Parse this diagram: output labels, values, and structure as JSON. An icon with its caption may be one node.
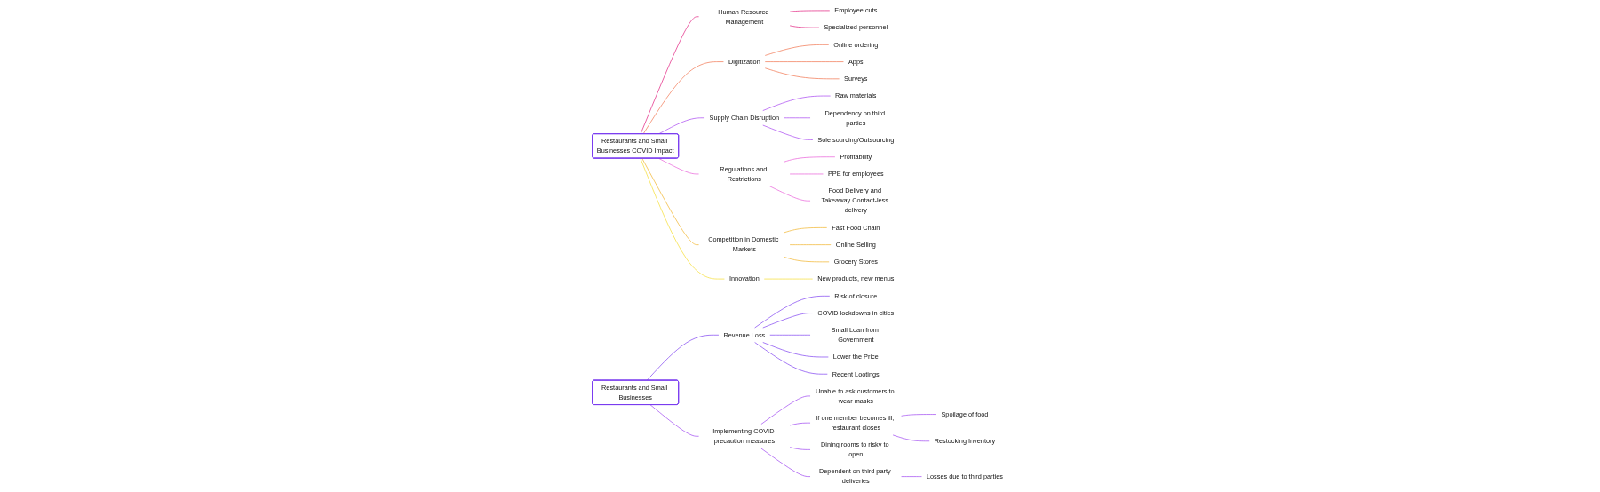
{
  "diagram": {
    "nodes": [
      {
        "text": [
          "Restaurants and Small Businesses COVID Impact"
        ]
      },
      {
        "text": [
          "Human Resource Management"
        ]
      },
      {
        "text": [
          "Employee cuts"
        ]
      },
      {
        "text": [
          "Specialized personnel"
        ]
      },
      {
        "text": [
          "Digitization"
        ]
      },
      {
        "text": [
          "Online ordering"
        ]
      },
      {
        "text": [
          "Apps"
        ]
      },
      {
        "text": [
          "Surveys"
        ]
      },
      {
        "text": [
          "Supply Chain Disruption"
        ]
      },
      {
        "text": [
          "Raw materials"
        ]
      },
      {
        "text": [
          "Dependency on third parties"
        ]
      },
      {
        "text": [
          "Sole sourcing/Outsourcing"
        ]
      },
      {
        "text": [
          "Regulations and Restrictions"
        ]
      },
      {
        "text": [
          "Profitability"
        ]
      },
      {
        "text": [
          "PPE for employees"
        ]
      },
      {
        "text": [
          "Food Delivery and Takeaway Contact-less delivery"
        ]
      },
      {
        "text": [
          "Competition in Domestic Markets"
        ]
      },
      {
        "text": [
          "Fast Food Chain"
        ]
      },
      {
        "text": [
          "Online Selling"
        ]
      },
      {
        "text": [
          "Grocery Stores"
        ]
      },
      {
        "text": [
          "Innovation"
        ]
      },
      {
        "text": [
          "New products, new menus"
        ]
      },
      {
        "text": [
          "Restaurants and Small Businesses"
        ]
      },
      {
        "text": [
          "Revenue Loss"
        ]
      },
      {
        "text": [
          "Risk of closure"
        ]
      },
      {
        "text": [
          "COVID lockdowns in cities"
        ]
      },
      {
        "text": [
          "Small Loan from Government"
        ]
      },
      {
        "text": [
          "Lower the Price"
        ]
      },
      {
        "text": [
          "Recent Lootings"
        ]
      },
      {
        "text": [
          "Implementing COVID precaution measures"
        ]
      },
      {
        "text": [
          "Unable to ask customers to wear masks"
        ]
      },
      {
        "text": [
          "If one member becomes ill, restaurant closes"
        ]
      },
      {
        "text": [
          "Spoilage of food"
        ]
      },
      {
        "text": [
          "Restocking Inventory"
        ]
      },
      {
        "text": [
          "Dining rooms to risky to open"
        ]
      },
      {
        "text": [
          "Dependent on third party deliveries"
        ]
      },
      {
        "text": [
          "Losses due to third parties"
        ]
      }
    ],
    "edges": [
      {
        "from": 0,
        "to": 1,
        "arrow": "none",
        "color": "#e0167a"
      },
      {
        "from": 1,
        "to": 2,
        "arrow": "none",
        "color": "#e0167a"
      },
      {
        "from": 1,
        "to": 3,
        "arrow": "none",
        "color": "#e0167a"
      },
      {
        "from": 0,
        "to": 4,
        "arrow": "none",
        "color": "#f0704a"
      },
      {
        "from": 4,
        "to": 5,
        "arrow": "none",
        "color": "#f0704a"
      },
      {
        "from": 4,
        "to": 6,
        "arrow": "none",
        "color": "#f0704a"
      },
      {
        "from": 4,
        "to": 7,
        "arrow": "none",
        "color": "#f0704a"
      },
      {
        "from": 0,
        "to": 8,
        "arrow": "none",
        "color": "#a640f0"
      },
      {
        "from": 8,
        "to": 9,
        "arrow": "none",
        "color": "#a640f0"
      },
      {
        "from": 8,
        "to": 10,
        "arrow": "none",
        "color": "#a640f0"
      },
      {
        "from": 8,
        "to": 11,
        "arrow": "none",
        "color": "#a640f0"
      },
      {
        "from": 0,
        "to": 12,
        "arrow": "none",
        "color": "#e858d8"
      },
      {
        "from": 12,
        "to": 13,
        "arrow": "none",
        "color": "#e858d8"
      },
      {
        "from": 12,
        "to": 14,
        "arrow": "none",
        "color": "#e858d8"
      },
      {
        "from": 12,
        "to": 15,
        "arrow": "none",
        "color": "#e858d8"
      },
      {
        "from": 0,
        "to": 16,
        "arrow": "none",
        "color": "#f0b224"
      },
      {
        "from": 16,
        "to": 17,
        "arrow": "none",
        "color": "#f0b224"
      },
      {
        "from": 16,
        "to": 18,
        "arrow": "none",
        "color": "#f0b224"
      },
      {
        "from": 16,
        "to": 19,
        "arrow": "none",
        "color": "#f0b224"
      },
      {
        "from": 0,
        "to": 20,
        "arrow": "none",
        "color": "#f5dc2a"
      },
      {
        "from": 20,
        "to": 21,
        "arrow": "none",
        "color": "#f5dc2a"
      },
      {
        "from": 22,
        "to": 23,
        "arrow": "none",
        "color": "#7b3cf0"
      },
      {
        "from": 23,
        "to": 24,
        "arrow": "none",
        "color": "#7b3cf0"
      },
      {
        "from": 23,
        "to": 25,
        "arrow": "none",
        "color": "#7b3cf0"
      },
      {
        "from": 23,
        "to": 26,
        "arrow": "none",
        "color": "#7b3cf0"
      },
      {
        "from": 23,
        "to": 27,
        "arrow": "none",
        "color": "#7b3cf0"
      },
      {
        "from": 23,
        "to": 28,
        "arrow": "none",
        "color": "#7b3cf0"
      },
      {
        "from": 22,
        "to": 29,
        "arrow": "none",
        "color": "#9c40f0"
      },
      {
        "from": 29,
        "to": 30,
        "arrow": "none",
        "color": "#9c40f0"
      },
      {
        "from": 29,
        "to": 31,
        "arrow": "none",
        "color": "#9c40f0"
      },
      {
        "from": 31,
        "to": 32,
        "arrow": "none",
        "color": "#9c40f0"
      },
      {
        "from": 31,
        "to": 33,
        "arrow": "none",
        "color": "#9c40f0"
      },
      {
        "from": 29,
        "to": 34,
        "arrow": "none",
        "color": "#9c40f0"
      },
      {
        "from": 29,
        "to": 35,
        "arrow": "none",
        "color": "#9c40f0"
      },
      {
        "from": 35,
        "to": 36,
        "arrow": "none",
        "color": "#9c40f0"
      }
    ]
  }
}
